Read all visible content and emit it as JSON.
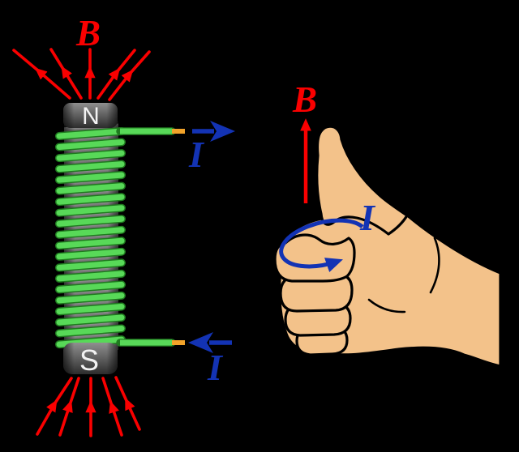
{
  "solenoid": {
    "north_pole_label": "N",
    "south_pole_label": "S",
    "field_label": "B",
    "current_in_label": "I",
    "current_out_label": "I",
    "turns": 20
  },
  "hand": {
    "field_label": "B",
    "current_label": "I"
  },
  "colors": {
    "background": "#000000",
    "field_red": "#FA0000",
    "current_blue": "#1333B4",
    "coil_green": "#58D958",
    "coil_green_dark": "#1F7A1F",
    "wire_tip_orange": "#F2A32A",
    "skin": "#F3C28A",
    "outline_black": "#000000",
    "pole_text": "#F2F2F2"
  }
}
